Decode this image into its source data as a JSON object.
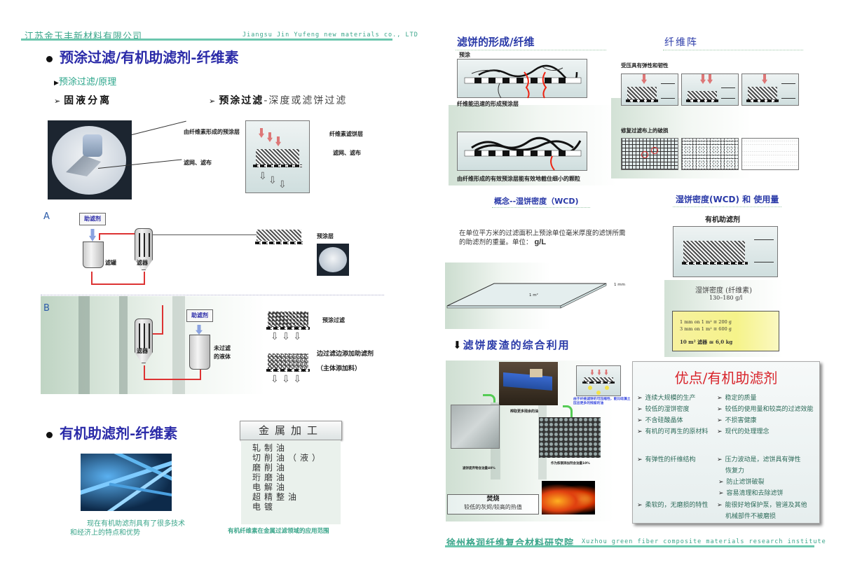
{
  "left_page": {
    "header": {
      "company_cn": "江苏金玉丰新材料有限公司",
      "company_en": "Jiangsu Jin Yufeng new materials co., LTD"
    },
    "section1": {
      "title": "预涂过滤/有机助滤剂-纤维素",
      "subtitle": "预涂过滤/原理",
      "point_left": "固液分离",
      "point_right_bold": "预涂过滤",
      "point_right_rest": "-深度或滤饼过滤",
      "photo_labels": [
        "由纤维素形成的预涂层",
        "滤网、滤布"
      ],
      "diagram_labels": [
        "纤维素滤饼层",
        "滤网、滤布"
      ]
    },
    "diagram_a": {
      "label": "A",
      "filter_aid": "助滤剂",
      "tank": "滤罐",
      "filter": "滤器",
      "precoat_label": "预涂层"
    },
    "diagram_b": {
      "label": "B",
      "filter_aid": "助滤剂",
      "filter": "滤器",
      "unfiltered": "未过滤的液体",
      "precoat_filtration": "预涂过滤",
      "body_feed": "边过滤边添加助滤剂",
      "body_feed_note": "（主体添加料）"
    },
    "section2": {
      "title": "有机助滤剂-纤维素",
      "caption": "现在有机助滤剂具有了很多技术和经济上的特点和优势",
      "metal_box": {
        "title": "金属加工",
        "items": [
          "轧制油",
          "切削油（液）",
          "磨削油",
          "珩磨油",
          "电解油",
          "超精整油",
          "电镀"
        ],
        "caption": "有机纤维素在金属过滤领域的应用范围"
      }
    }
  },
  "right_page": {
    "cake_formation": {
      "title": "滤饼的形成/纤维",
      "precoat": "预涂",
      "caption1": "纤维能迅速的形成预涂层",
      "caption2": "由纤维形成的有效预涂层能有效地截住细小的颗粒"
    },
    "fiber_matrix": {
      "title": "纤维阵",
      "label1": "受压具有弹性和韧性",
      "label2": "修复过滤布上的破损"
    },
    "wcd_concept": {
      "title": "概念--湿饼密度（WCD)",
      "text": "在单位平方米的过滤面积上预涂单位毫米厚度的滤饼所需的助滤剂的重量。单位：",
      "unit": "g/L",
      "area": "1 m²",
      "thickness": "1 mm"
    },
    "wcd_usage": {
      "title": "湿饼密度(WCD) 和 使用量",
      "subtitle": "有机助滤剂",
      "density_label": "湿饼密度 (纤维素)",
      "density_range": "130–180 g/l",
      "lines": [
        "1 mm on 1 m² ≅ 200 g",
        "3 mm on 1 m² ≅ 600 g"
      ],
      "total": "10 m² 滤器 ≅ 6,0 kg",
      "box_color": "#f5f38a"
    },
    "waste": {
      "title": "滤饼废渣的综合利用",
      "press_caption": "榨取更多残余的油",
      "note_blue": "由于纤维滤饼的可压缩性，能比硅藻土压出更多的残留的油",
      "waste_caption": "滤饼废弃物含油量40%",
      "briquette_caption": "作为炼钢添加剂含油量10%",
      "burn_title": "焚烧",
      "burn_sub": "较低的灰烬/较高的热值"
    },
    "advantages": {
      "title": "优点/有机助滤剂",
      "title_color": "#d8232a",
      "rows": [
        {
          "left": "连续大规模的生产",
          "right": [
            "稳定的质量"
          ]
        },
        {
          "left": "较低的湿饼密度",
          "right": [
            "较低的使用量和较高的过滤效能"
          ]
        },
        {
          "left": "不含硅酸晶体",
          "right": [
            "不损害健康"
          ]
        },
        {
          "left": "有机的可再生的原材料",
          "right": [
            "现代的处理理念"
          ]
        }
      ],
      "rows2_left1": "有弹性的纤维结构",
      "rows2_right1a": "压力波动是，滤饼具有弹性",
      "rows2_right1b": "恢复力",
      "rows2_right2": "防止滤饼破裂",
      "rows2_right3": "容易清理和去除滤饼",
      "rows2_left2": "柔软的，无磨损的特性",
      "rows2_right4a": "能很好地保护泵，管道及其他",
      "rows2_right4b": "机械部件不被磨损"
    },
    "footer": {
      "institute_cn": "徐州格润纤维复合材料研究院",
      "institute_en": "Xuzhou green fiber composite materials research institute"
    }
  },
  "colors": {
    "header_teal": "#3aa58a",
    "title_blue": "#2a2aa8",
    "flow_red": "#d33333"
  }
}
